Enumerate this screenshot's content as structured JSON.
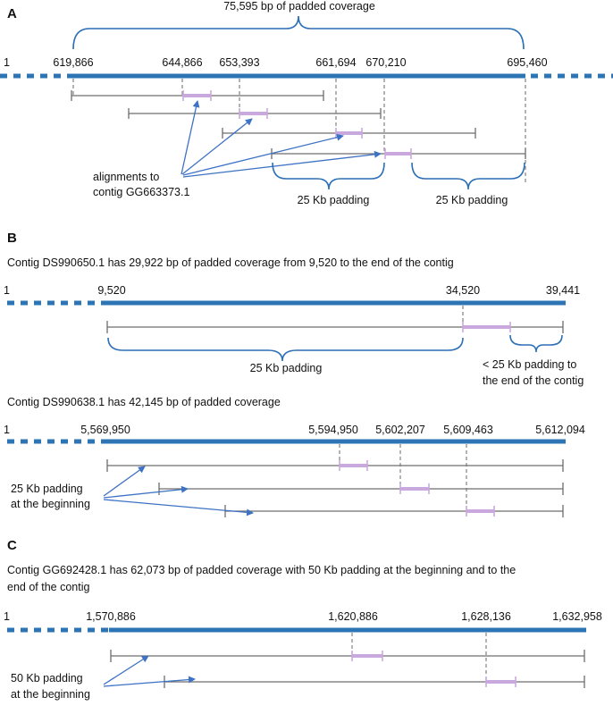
{
  "panel_a": {
    "letter": "A",
    "top_brace_label": "75,595 bp of padded coverage",
    "ticks": [
      "1",
      "619,866",
      "644,866",
      "653,393",
      "661,694",
      "670,210",
      "695,460"
    ],
    "note_lines": [
      "alignments to",
      "contig GG663373.1"
    ],
    "left_padding_label": "25 Kb padding",
    "right_padding_label": "25 Kb padding"
  },
  "panel_b": {
    "letter": "B",
    "desc1": "Contig DS990650.1 has 29,922 bp of padded coverage from 9,520 to the end of the contig",
    "ticks1": [
      "1",
      "9,520",
      "34,520",
      "39,441"
    ],
    "brace1_label": "25 Kb padding",
    "brace2_label_lines": [
      "< 25 Kb padding to",
      "the end of the contig"
    ],
    "desc2": "Contig DS990638.1 has 42,145 bp of padded coverage",
    "ticks2": [
      "1",
      "5,569,950",
      "5,594,950",
      "5,602,207",
      "5,609,463",
      "5,612,094"
    ],
    "note_lines": [
      "25 Kb padding",
      "at the beginning"
    ]
  },
  "panel_c": {
    "letter": "C",
    "desc_lines": [
      "Contig GG692428.1 has 62,073 bp of padded coverage with 50 Kb padding at the beginning and to the",
      "end of the contig"
    ],
    "ticks": [
      "1",
      "1,570,886",
      "1,620,886",
      "1,628,136",
      "1,632,958"
    ],
    "note_lines": [
      "50 Kb padding",
      "at the beginning"
    ]
  },
  "colors": {
    "contig": "#2c74b3",
    "alignment": "#c9a8dd",
    "padding_line": "#6d6d6d",
    "brace": "#2c6fb6"
  }
}
